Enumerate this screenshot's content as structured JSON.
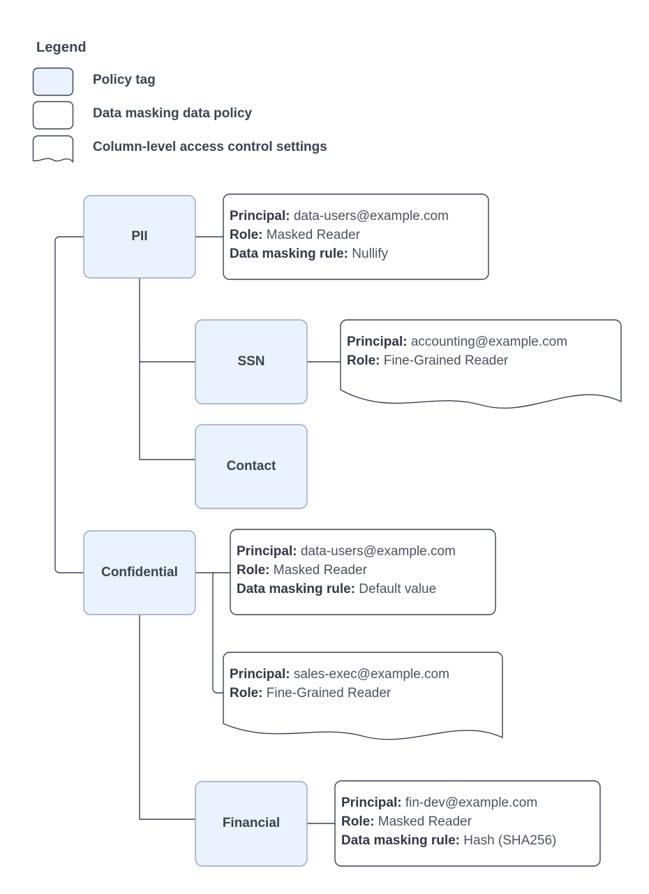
{
  "legend": {
    "title": "Legend",
    "items": [
      {
        "key": "policy-tag",
        "label": "Policy tag",
        "shape": "rounded-rect-filled"
      },
      {
        "key": "data-masking-data-policy",
        "label": "Data masking data policy",
        "shape": "rounded-rect"
      },
      {
        "key": "column-level-access-control-settings",
        "label": "Column-level access control settings",
        "shape": "wavy-bottom-rect"
      }
    ]
  },
  "colors": {
    "policy_tag_fill": "#e9f2fd",
    "stroke": "#39414f",
    "node_stroke": "#9aa7b8",
    "text": "#3b4552",
    "value_text": "#4a5462",
    "background": "#ffffff"
  },
  "nodes": [
    {
      "id": "pii",
      "label": "PII"
    },
    {
      "id": "ssn",
      "label": "SSN"
    },
    {
      "id": "contact",
      "label": "Contact"
    },
    {
      "id": "confidential",
      "label": "Confidential"
    },
    {
      "id": "financial",
      "label": "Financial"
    }
  ],
  "policies": [
    {
      "id": "pii-policy",
      "node": "pii",
      "kind": "data-masking-data-policy",
      "lines": [
        {
          "label": "Principal:",
          "value": "data-users@example.com"
        },
        {
          "label": "Role:",
          "value": "Masked Reader"
        },
        {
          "label": "Data masking rule:",
          "value": "Nullify"
        }
      ]
    },
    {
      "id": "ssn-policy",
      "node": "ssn",
      "kind": "column-level-access-control-settings",
      "lines": [
        {
          "label": "Principal:",
          "value": "accounting@example.com"
        },
        {
          "label": "Role:",
          "value": "Fine-Grained Reader"
        }
      ]
    },
    {
      "id": "confidential-policy",
      "node": "confidential",
      "kind": "data-masking-data-policy",
      "lines": [
        {
          "label": "Principal:",
          "value": "data-users@example.com"
        },
        {
          "label": "Role:",
          "value": "Masked Reader"
        },
        {
          "label": "Data masking rule:",
          "value": "Default value"
        }
      ]
    },
    {
      "id": "confidential-access",
      "node": "confidential",
      "kind": "column-level-access-control-settings",
      "lines": [
        {
          "label": "Principal:",
          "value": "sales-exec@example.com"
        },
        {
          "label": "Role:",
          "value": "Fine-Grained Reader"
        }
      ]
    },
    {
      "id": "financial-policy",
      "node": "financial",
      "kind": "data-masking-data-policy",
      "lines": [
        {
          "label": "Principal:",
          "value": "fin-dev@example.com"
        },
        {
          "label": "Role:",
          "value": "Masked Reader"
        },
        {
          "label": "Data masking rule:",
          "value": "Hash (SHA256)"
        }
      ]
    }
  ],
  "edges": [
    {
      "from": "root",
      "to": "pii"
    },
    {
      "from": "root",
      "to": "confidential"
    },
    {
      "from": "pii",
      "to": "ssn"
    },
    {
      "from": "pii",
      "to": "contact"
    },
    {
      "from": "pii",
      "to": "pii-policy"
    },
    {
      "from": "ssn",
      "to": "ssn-policy"
    },
    {
      "from": "confidential",
      "to": "confidential-policy"
    },
    {
      "from": "confidential",
      "to": "confidential-access"
    },
    {
      "from": "confidential",
      "to": "financial"
    },
    {
      "from": "financial",
      "to": "financial-policy"
    }
  ]
}
